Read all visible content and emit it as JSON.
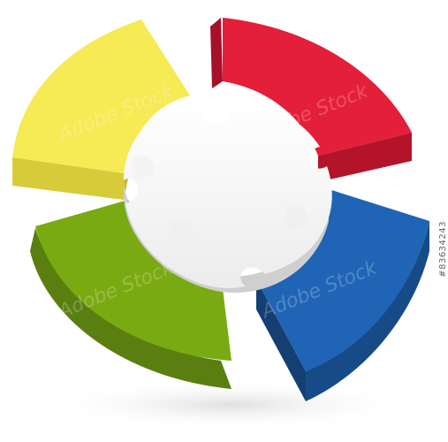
{
  "image": {
    "stock_id": "#83634243",
    "watermark": "Adobe Stock"
  },
  "colors": {
    "background": "#ffffff",
    "yellow_top": "#f6ea55",
    "yellow_side": "#d8cb3a",
    "red_top": "#e41f3a",
    "red_side": "#b3142a",
    "blue_top": "#1f64b5",
    "blue_side": "#174b88",
    "green_top": "#7aaa12",
    "green_side": "#5a7f10",
    "center_top": "#f2f2f2",
    "center_side": "#cfcfcf",
    "shadow": "#e9e9e9"
  },
  "segments": [
    {
      "name": "yellow",
      "color_top": "#f6ea55",
      "color_side": "#d8cb3a"
    },
    {
      "name": "red",
      "color_top": "#e41f3a",
      "color_side": "#b3142a"
    },
    {
      "name": "blue",
      "color_top": "#1f64b5",
      "color_side": "#174b88"
    },
    {
      "name": "green",
      "color_top": "#7aaa12",
      "color_side": "#5a7f10"
    },
    {
      "name": "center",
      "color_top": "#f2f2f2",
      "color_side": "#cfcfcf"
    }
  ]
}
